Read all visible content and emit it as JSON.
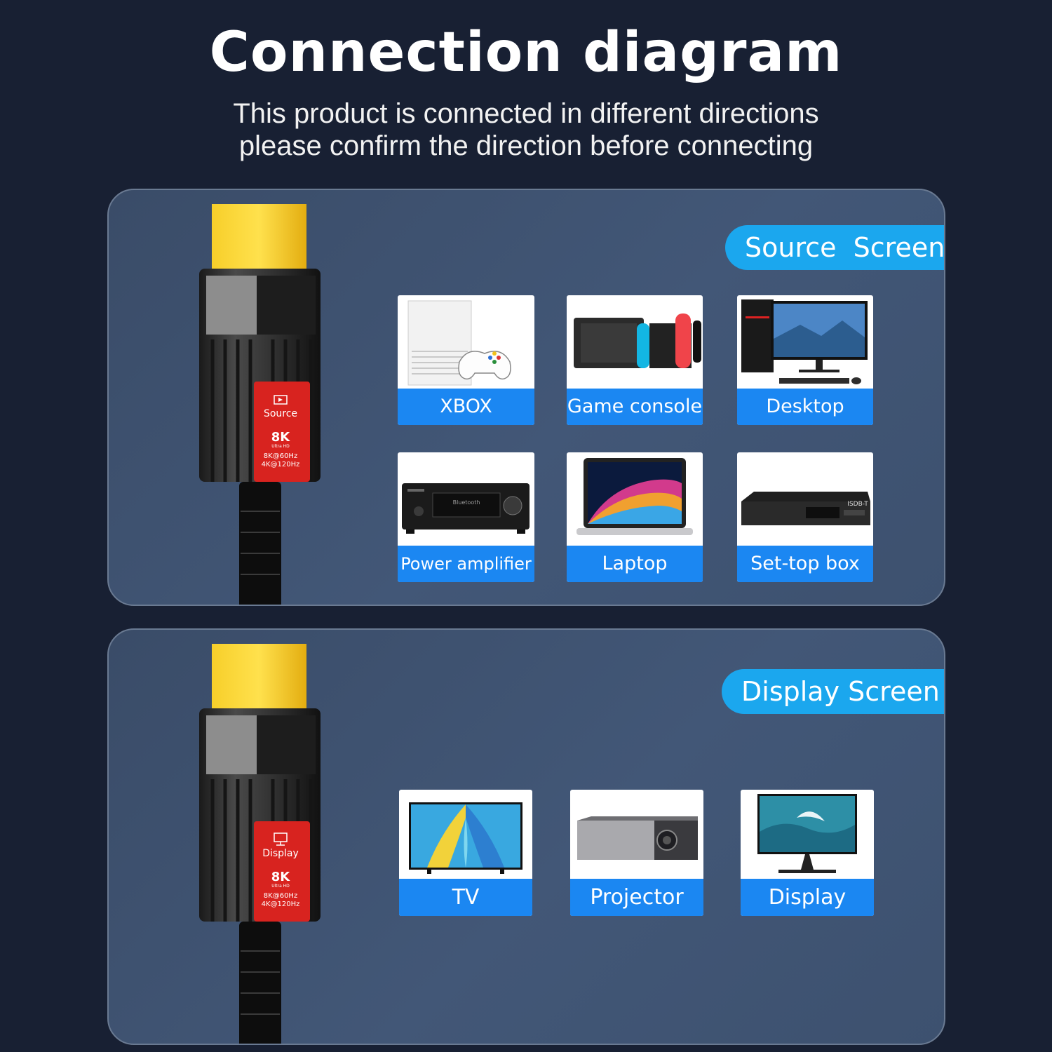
{
  "header": {
    "title": "Connection diagram",
    "subtitle_line1": "This product is connected in different directions",
    "subtitle_line2": "please confirm the direction before connecting"
  },
  "source_panel": {
    "pill_label": "Source  Screen",
    "connector": {
      "badge_label": "Source",
      "resolution": "8K",
      "ultra_hd": "Ultra HD",
      "spec_1": "8K@60Hz",
      "spec_2": "4K@120Hz"
    },
    "devices": [
      {
        "label": "XBOX",
        "icon": "xbox-icon"
      },
      {
        "label": "Game console",
        "icon": "switch-console-icon"
      },
      {
        "label": "Desktop",
        "icon": "desktop-pc-icon"
      },
      {
        "label": "Power amplifier",
        "icon": "av-receiver-icon",
        "brand_text": "Bluetooth"
      },
      {
        "label": "Laptop",
        "icon": "laptop-icon"
      },
      {
        "label": "Set-top box",
        "icon": "set-top-box-icon",
        "brand_text": "ISDB-T"
      }
    ]
  },
  "display_panel": {
    "pill_label": "Display Screen",
    "connector": {
      "badge_label": "Display",
      "resolution": "8K",
      "ultra_hd": "Ultra HD",
      "spec_1": "8K@60Hz",
      "spec_2": "4K@120Hz"
    },
    "devices": [
      {
        "label": "TV",
        "icon": "tv-icon"
      },
      {
        "label": "Projector",
        "icon": "projector-icon"
      },
      {
        "label": "Display",
        "icon": "monitor-icon"
      }
    ]
  },
  "colors": {
    "background": "#182033",
    "panel": "#3f5373",
    "accent_blue": "#1ba7ee",
    "label_blue": "#1b87f2",
    "connector_gold": "#f2c21c",
    "badge_red": "#d8231f"
  }
}
